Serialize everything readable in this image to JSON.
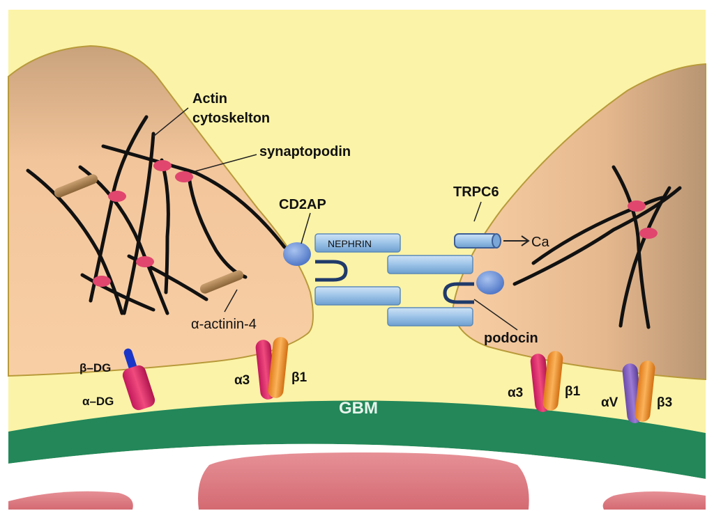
{
  "labels": {
    "actin_line1": "Actin",
    "actin_line2": "cytoskelton",
    "synaptopodin": "synaptopodin",
    "cd2ap": "CD2AP",
    "trpc6": "TRPC6",
    "ca": "Ca",
    "nephrin": "NEPHRIN",
    "podocin": "podocin",
    "alpha_actinin": "α-actinin-4",
    "beta_dg": "β–DG",
    "alpha_dg": "α–DG",
    "alpha3_left": "α3",
    "beta1_left": "β1",
    "alpha3_right": "α3",
    "beta1_right": "β1",
    "alphav": "αV",
    "beta3": "β3",
    "gbm": "GBM"
  },
  "colors": {
    "background": "#fbf3a7",
    "podocyte_light": "#f8cba0",
    "podocyte_dark": "#b08d6a",
    "gbm": "#23875a",
    "capillary": "#e07a80",
    "protein_blue": "#9cc3e8",
    "node_pink": "#e0466e",
    "actinin_brown": "#a3784c"
  }
}
